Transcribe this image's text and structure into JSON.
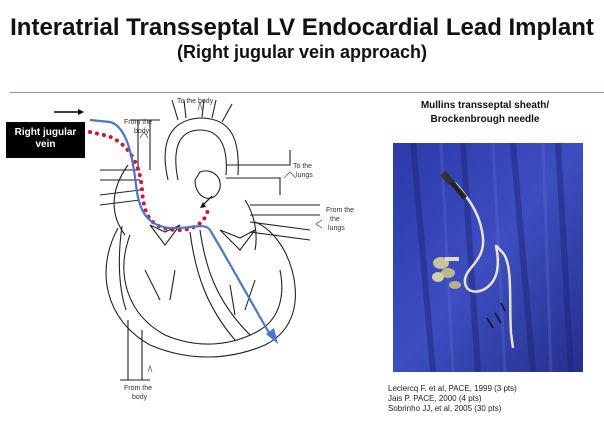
{
  "slide": {
    "title": "Interatrial Transseptal LV Endocardial Lead Implant",
    "subtitle": "(Right jugular vein approach)"
  },
  "diagram": {
    "entry_label_line1": "Right jugular",
    "entry_label_line2": "vein",
    "labels": {
      "to_the_body": "To the body",
      "from_the": "From the",
      "body": "body",
      "to_the": "To the",
      "lungs": "lungs",
      "the": "the",
      "from_the_body_bottom_1": "From the",
      "from_the_body_bottom_2": "body"
    },
    "colors": {
      "catheter_path": "#4a78c8",
      "dotted_path": "#d01830",
      "entry_arrow": "#000000"
    }
  },
  "photo": {
    "title_line1": "Mullins transseptal sheath/",
    "title_line2": "Brockenbrough needle"
  },
  "references": [
    "Leclercq F. et al, PACE, 1999 (3 pts)",
    "Jais P. PACE, 2000 (4 pts)",
    "Sobrinho JJ, et al, 2005 (30 pts)"
  ]
}
